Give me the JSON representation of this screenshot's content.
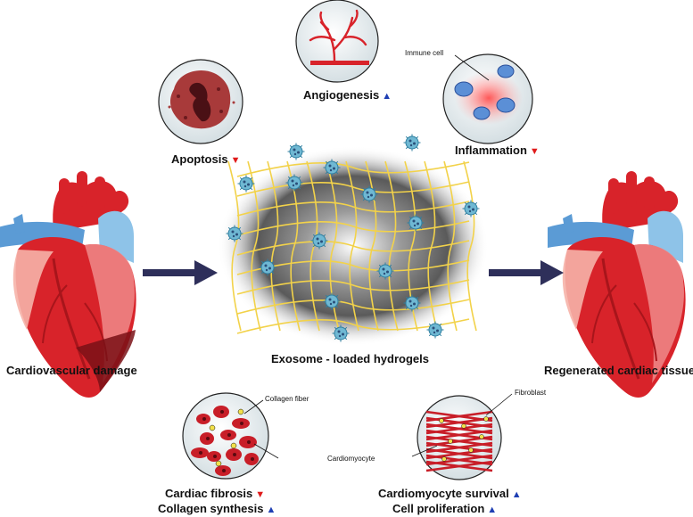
{
  "labels": {
    "cardiovascular_damage": "Cardiovascular damage",
    "exosome_hydrogels": "Exosome - loaded hydrogels",
    "regenerated_tissue": "Regenerated cardiac tissue",
    "apoptosis": "Apoptosis",
    "angiogenesis": "Angiogenesis",
    "inflammation": "Inflammation",
    "immune_cell": "Immune cell",
    "collagen_fiber": "Collagen fiber",
    "fibroblast": "Fibroblast",
    "cardiomyocyte": "Cardiomyocyte",
    "cardiac_fibrosis": "Cardiac fibrosis",
    "collagen_synthesis": "Collagen synthesis",
    "cardiomyocyte_survival": "Cardiomyocyte survival",
    "cell_proliferation": "Cell proliferation"
  },
  "indicators": {
    "apoptosis": "▼",
    "angiogenesis": "▲",
    "inflammation": "▼",
    "cardiac_fibrosis": "▼",
    "collagen_synthesis": "▲",
    "cardiomyocyte_survival": "▲",
    "cell_proliferation": "▲"
  },
  "colors": {
    "increase": "#1e3fb3",
    "decrease": "#e01b1b",
    "arrow": "#2e2f5a",
    "heart_red": "#d8232a",
    "vessel_blue": "#5b9bd5",
    "hydrogel_fiber": "#f2d24a"
  }
}
